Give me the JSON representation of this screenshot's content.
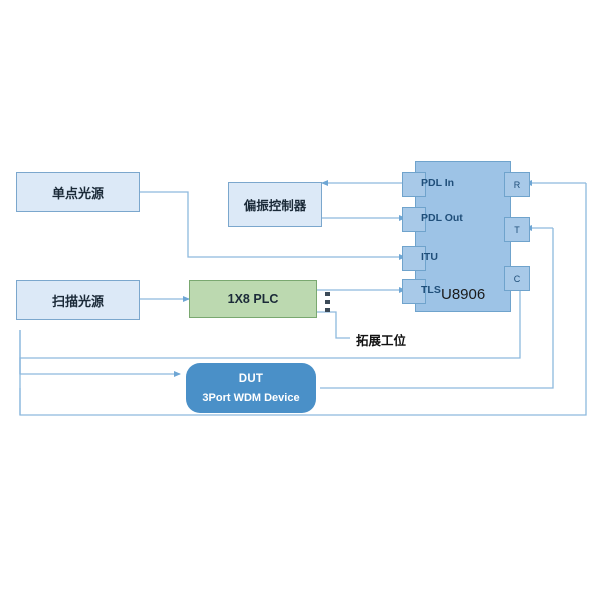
{
  "diagram": {
    "title": "U8906 3Port WDM Device test setup",
    "colors": {
      "line": "#8db9dd",
      "source_fill": "#dce9f7",
      "source_border": "#7ba7cd",
      "plc_fill": "#bcd9b0",
      "plc_border": "#7aa870",
      "instrument_fill": "#9dc3e6",
      "instrument_border": "#6fa3cc",
      "port_fill": "#a8c9e8",
      "dut_fill": "#4a90c8",
      "background": "#ffffff"
    },
    "sources": [
      {
        "id": "single-point-source",
        "label": "单点光源"
      },
      {
        "id": "scanning-source",
        "label": "扫描光源"
      }
    ],
    "polarization_controller": {
      "label": "偏振控制器"
    },
    "splitter": {
      "label": "1X8 PLC"
    },
    "expansion": {
      "label": "拓展工位",
      "ellipsis_dots": 3
    },
    "instrument": {
      "name": "U8906",
      "input_ports": [
        {
          "id": "pdl-in",
          "label": "PDL In"
        },
        {
          "id": "pdl-out",
          "label": "PDL Out"
        },
        {
          "id": "itu",
          "label": "ITU"
        },
        {
          "id": "tls",
          "label": "TLS"
        }
      ],
      "output_ports": [
        {
          "id": "r",
          "label": "R"
        },
        {
          "id": "t",
          "label": "T"
        },
        {
          "id": "c",
          "label": "C"
        }
      ]
    },
    "dut": {
      "title": "DUT",
      "subtitle": "3Port WDM Device"
    }
  }
}
